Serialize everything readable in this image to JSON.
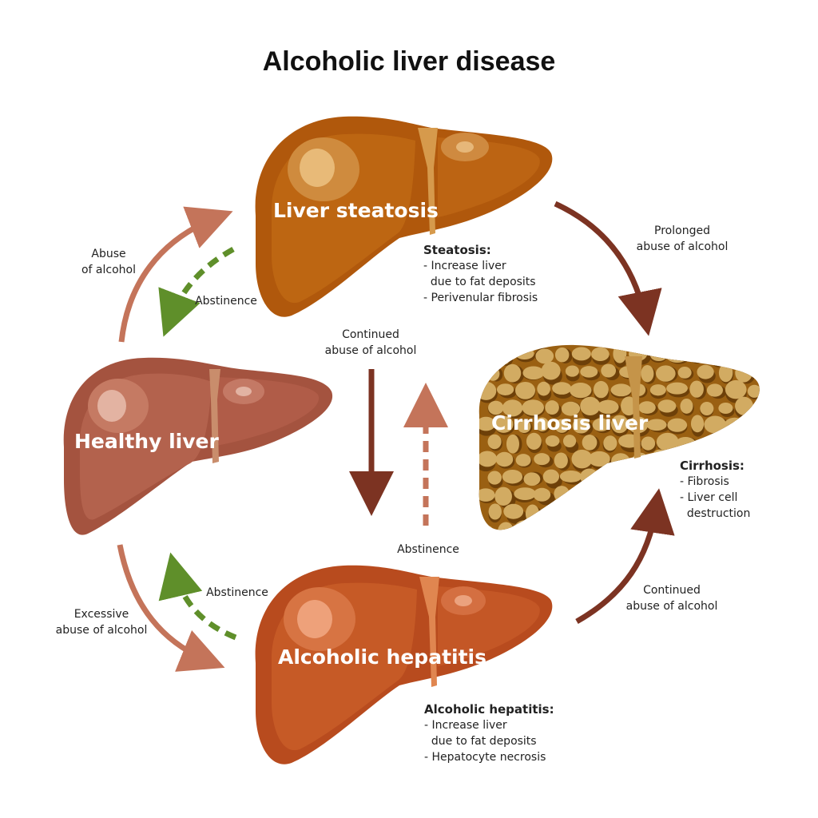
{
  "title": "Alcoholic liver disease",
  "nodes": {
    "steatosis": {
      "label": "Liver steatosis",
      "note_title": "Steatosis:",
      "note_items": [
        "- Increase liver",
        "  due to fat deposits",
        "- Perivenular fibrosis"
      ],
      "color": "#b0580c"
    },
    "healthy": {
      "label": "Healthy liver",
      "color": "#a4533f"
    },
    "cirrhosis": {
      "label": "Cirrhosis liver",
      "note_title": "Cirrhosis:",
      "note_items": [
        "- Fibrosis",
        "- Liver cell",
        "  destruction"
      ],
      "color": "#9a6012",
      "nodule_color": "#d2ab62"
    },
    "hepatitis": {
      "label": "Alcoholic hepatitis",
      "note_title": "Alcoholic hepatitis:",
      "note_items": [
        "- Increase liver",
        "  due to fat deposits",
        "- Hepatocyte necrosis"
      ],
      "color": "#b84b1e"
    }
  },
  "edges": {
    "abuse": [
      "Abuse",
      "of alcohol"
    ],
    "abstinence_left_top": "Abstinence",
    "prolonged": [
      "Prolonged",
      "abuse of alcohol"
    ],
    "continued_center": [
      "Continued",
      "abuse of alcohol"
    ],
    "abstinence_center": "Abstinence",
    "excessive": [
      "Excessive",
      "abuse of alcohol"
    ],
    "abstinence_left_bottom": "Abstinence",
    "continued_right": [
      "Continued",
      "abuse of alcohol"
    ]
  },
  "colors": {
    "progression_arrow": "#7c3322",
    "abuse_arrow": "#c4745a",
    "recovery_arrow": "#5f8f2a"
  }
}
